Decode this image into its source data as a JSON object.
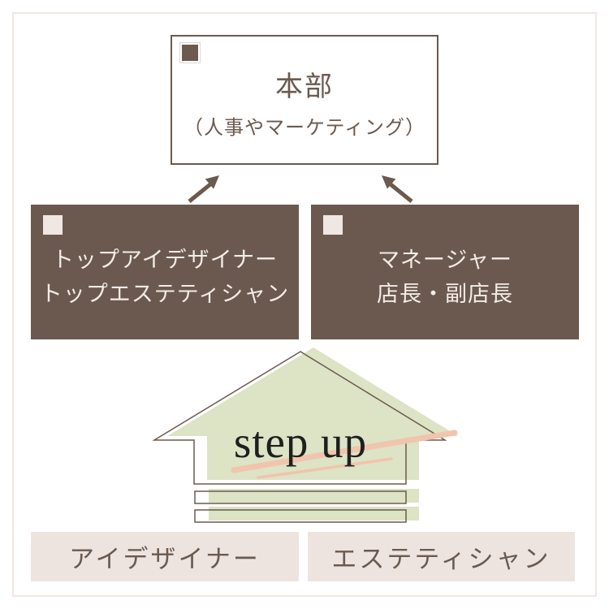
{
  "colors": {
    "frame": "#f2e6e2",
    "brown_line": "#6b5a4f",
    "brown_box": "#6b594f",
    "light_text": "#f3ece7",
    "green": "#dde3c5",
    "beige_box": "#ede4e0",
    "pink_swoosh": "#f1c4ad",
    "step_text": "#1f1f1f"
  },
  "diagram": {
    "headquarters": {
      "title": "本部",
      "subtitle": "（人事やマーケティング）",
      "icon": "square-bullet-icon"
    },
    "top_roles": [
      {
        "lines": [
          "トップアイデザイナー",
          "トップエステティシャン"
        ],
        "icon": "square-bullet-icon"
      },
      {
        "lines": [
          "マネージャー",
          "店長・副店長"
        ],
        "icon": "square-bullet-icon"
      }
    ],
    "step_up": {
      "label": "step up"
    },
    "entry_roles": [
      {
        "label": "アイデザイナー"
      },
      {
        "label": "エステティシャン"
      }
    ]
  }
}
